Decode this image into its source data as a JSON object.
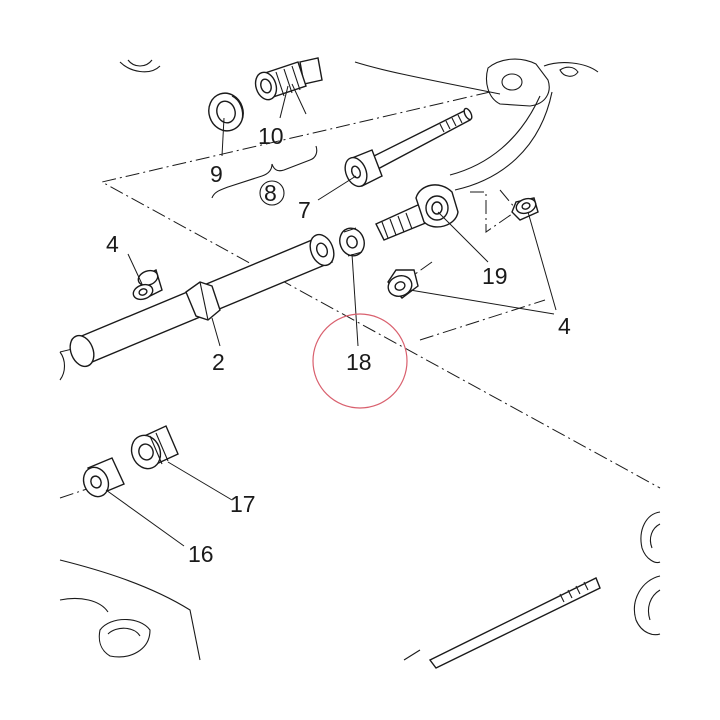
{
  "callouts": {
    "c2": "2",
    "c4a": "4",
    "c4b": "4",
    "c7": "7",
    "c8": "8",
    "c9": "9",
    "c10": "10",
    "c16": "16",
    "c17": "17",
    "c18": "18",
    "c19": "19"
  },
  "colors": {
    "line": "#1a1a1a",
    "highlight_circle": "#d9606e",
    "background": "#ffffff"
  },
  "highlighted_callout": "18"
}
